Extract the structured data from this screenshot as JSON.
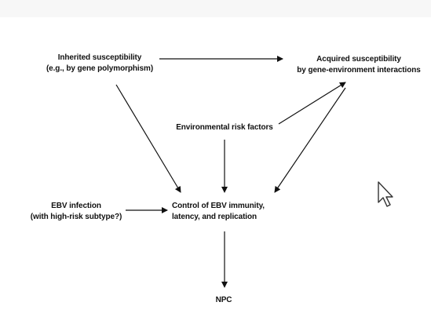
{
  "nodes": {
    "inherited": {
      "line1": "Inherited susceptibility",
      "line2": "(e.g., by gene polymorphism)"
    },
    "acquired": {
      "line1": "Acquired susceptibility",
      "line2": "by gene-environment interactions"
    },
    "environmental": {
      "line1": "Environmental risk factors"
    },
    "ebv_infection": {
      "line1": "EBV infection",
      "line2": "(with high-risk subtype?)"
    },
    "control": {
      "line1": "Control of EBV immunity,",
      "line2": "latency, and replication"
    },
    "npc": {
      "line1": "NPC"
    }
  },
  "colors": {
    "arrow": "#111111",
    "background": "#ffffff"
  },
  "icons": {
    "cursor": "mouse-pointer-icon"
  }
}
